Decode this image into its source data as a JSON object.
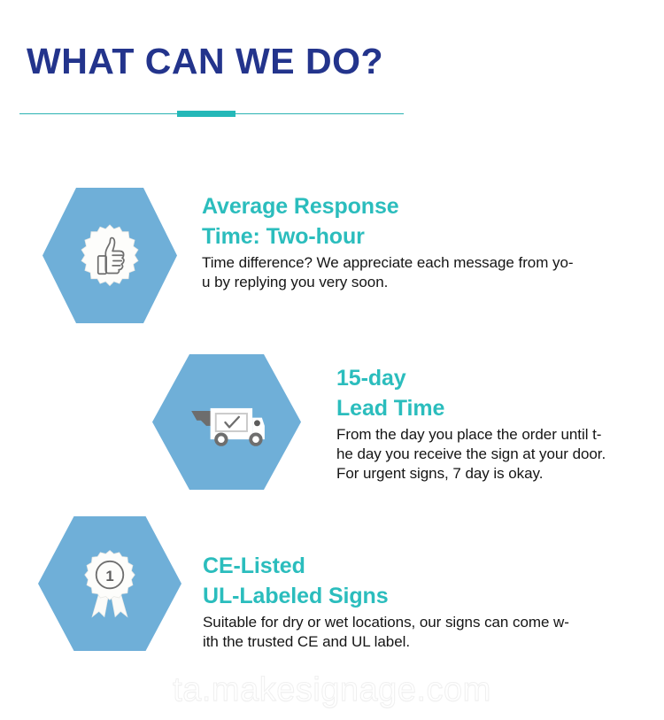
{
  "header": {
    "title": "WHAT CAN WE DO?",
    "title_color": "#23348C",
    "divider_color": "#24B8B8"
  },
  "theme": {
    "heading_teal": "#2BBDBD",
    "hexagon_blue": "#6FAFD8",
    "body_text": "#151515",
    "background": "#FFFFFF"
  },
  "features": [
    {
      "icon": "thumbs-up-badge-icon",
      "heading_line1": "Average Response",
      "heading_line2": "Time: Two-hour",
      "body_line1": "Time difference? We appreciate each message from yo-",
      "body_line2": "u by replying you very soon.",
      "body_line3": ""
    },
    {
      "icon": "delivery-truck-icon",
      "heading_line1": "15-day",
      "heading_line2": "Lead Time",
      "body_line1": "From the day you place the order until t-",
      "body_line2": "he day you receive the sign at your door.",
      "body_line3": "For urgent signs, 7 day is okay."
    },
    {
      "icon": "award-ribbon-icon",
      "heading_line1": "CE-Listed",
      "heading_line2": "UL-Labeled Signs",
      "body_line1": "Suitable for dry or wet locations, our signs can come w-",
      "body_line2": "ith the trusted CE and UL label.",
      "body_line3": ""
    }
  ],
  "watermark": {
    "text": "ta.makesignage.com"
  }
}
